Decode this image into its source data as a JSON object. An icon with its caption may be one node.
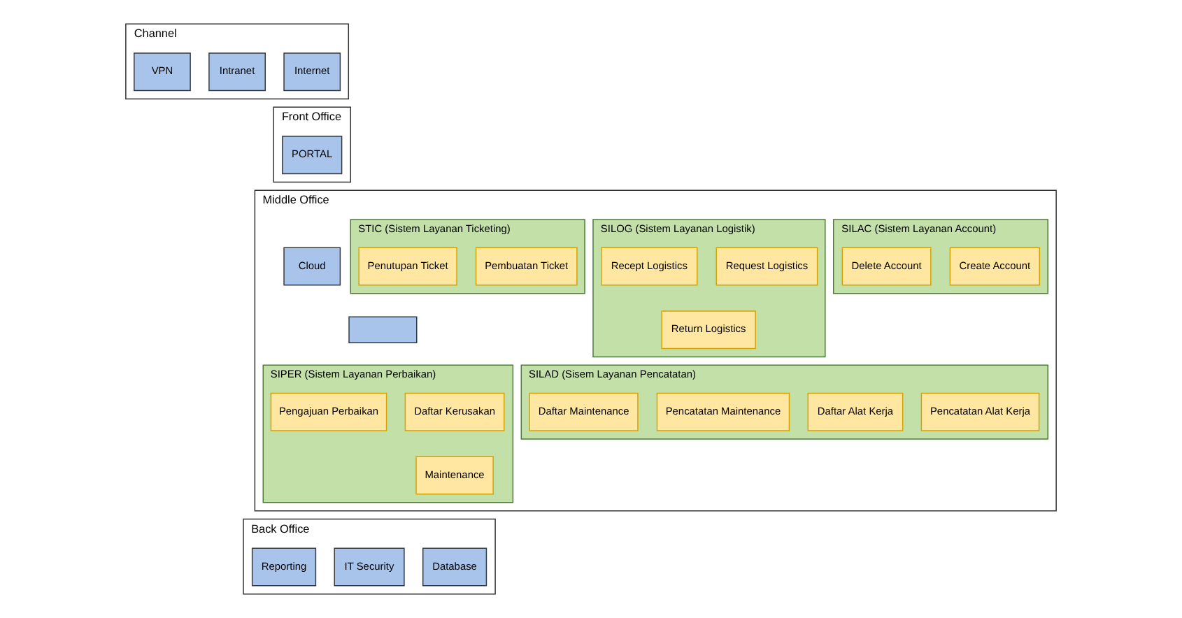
{
  "diagram": {
    "nodes": [
      {
        "text": [
          "Channel"
        ]
      },
      {
        "text": [
          "Internet"
        ],
        "in": 0
      },
      {
        "text": [
          "Intranet"
        ],
        "in": 0
      },
      {
        "text": [
          "VPN"
        ],
        "in": 0
      },
      {
        "text": [
          "Front Office"
        ]
      },
      {
        "text": [
          "PORTAL"
        ],
        "in": 4
      },
      {
        "text": [
          "Middle Office"
        ]
      },
      {
        "text": [
          "Cloud"
        ],
        "in": 6
      },
      {
        "text": [],
        "shape": "box",
        "in": 6
      },
      {
        "text": [
          "SILAC (Sistem Layanan Account)"
        ],
        "in": 6
      },
      {
        "text": [
          "Create Account"
        ],
        "in": 9
      },
      {
        "text": [
          "Delete Account"
        ],
        "in": 9
      },
      {
        "text": [
          "SILOG (Sistem Layanan Logistik)"
        ],
        "in": 6
      },
      {
        "text": [
          "Request Logistics"
        ],
        "in": 12
      },
      {
        "text": [
          "Recept Logistics"
        ],
        "in": 12
      },
      {
        "text": [
          "Return Logistics"
        ],
        "in": 12
      },
      {
        "text": [
          "STIC (Sistem Layanan Ticketing)"
        ],
        "in": 6
      },
      {
        "text": [
          "Pembuatan Ticket"
        ],
        "in": 16
      },
      {
        "text": [
          "Penutupan Ticket"
        ],
        "in": 16
      },
      {
        "text": [
          "SIPER (Sistem Layanan Perbaikan)"
        ],
        "in": 6
      },
      {
        "text": [
          "Daftar Kerusakan"
        ],
        "in": 19
      },
      {
        "text": [
          "Pengajuan Perbaikan"
        ],
        "in": 19
      },
      {
        "text": [
          "Maintenance"
        ],
        "in": 19
      },
      {
        "text": [
          "SILAD (Sisem Layanan Pencatatan)"
        ],
        "in": 6
      },
      {
        "text": [
          "Pencatatan Alat Kerja"
        ],
        "in": 23
      },
      {
        "text": [
          "Daftar Alat Kerja"
        ],
        "in": 23
      },
      {
        "text": [
          "Pencatatan Maintenance"
        ],
        "in": 23
      },
      {
        "text": [
          "Daftar Maintenance"
        ],
        "in": 23
      },
      {
        "text": [
          "Back Office"
        ]
      },
      {
        "text": [
          "Database"
        ],
        "in": 28
      },
      {
        "text": [
          "IT Security"
        ],
        "in": 28
      },
      {
        "text": [
          "Reporting"
        ],
        "in": 28
      }
    ],
    "edges": []
  }
}
